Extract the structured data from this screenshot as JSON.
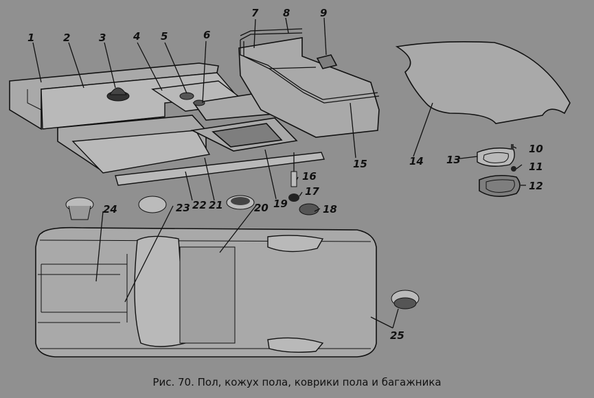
{
  "figure": {
    "caption": "Рис. 70. Пол, кожух пола, коврики пола и багажника"
  },
  "callouts": [
    "1",
    "2",
    "3",
    "4",
    "5",
    "6",
    "7",
    "8",
    "9",
    "10",
    "11",
    "12",
    "13",
    "14",
    "15",
    "16",
    "17",
    "18",
    "19",
    "20",
    "21",
    "22",
    "23",
    "24",
    "25"
  ]
}
